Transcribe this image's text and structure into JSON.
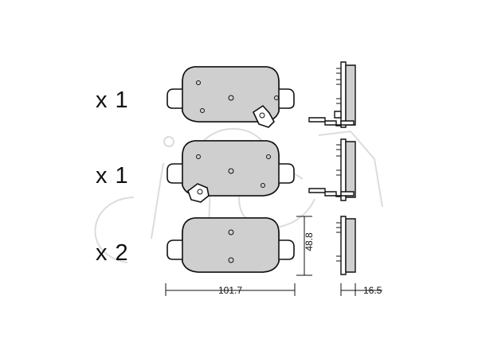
{
  "quantities": {
    "row1": "x 1",
    "row2": "x 1",
    "row3": "x 2"
  },
  "dimensions": {
    "width": "101.7",
    "height": "48.8",
    "thickness": "16.5"
  },
  "watermark_text": "cifam",
  "colors": {
    "pad_fill": "#cfcfcf",
    "outline": "#111111",
    "watermark": "#dddddd"
  }
}
